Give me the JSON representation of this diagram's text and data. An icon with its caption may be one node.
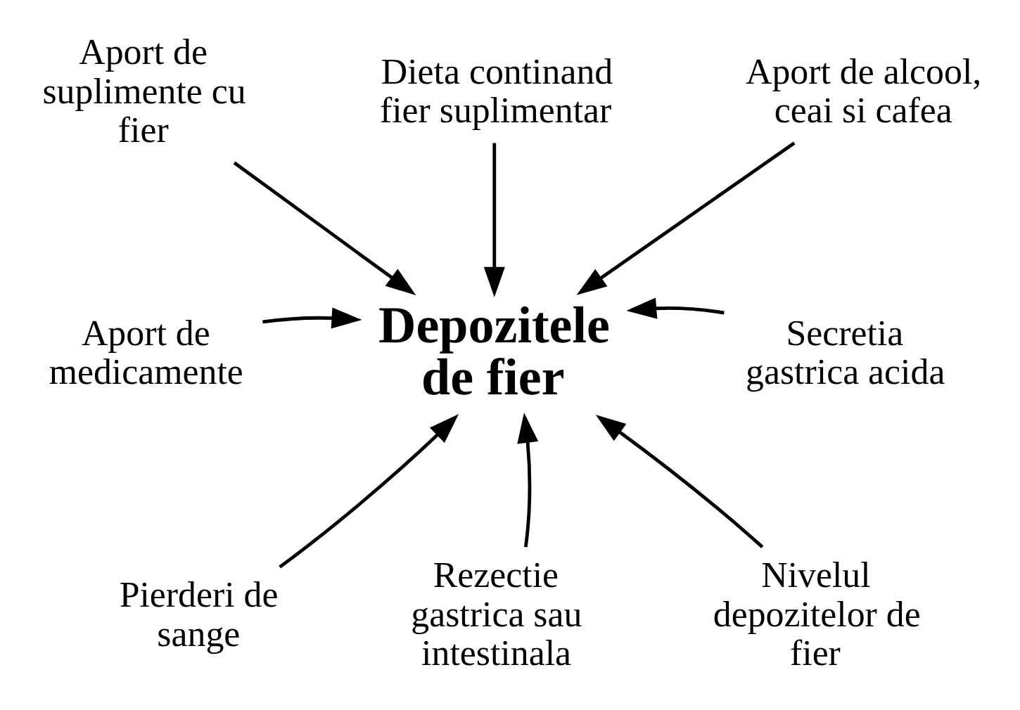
{
  "diagram": {
    "nodes": [
      {
        "text": [
          "Depozitele de fier"
        ]
      },
      {
        "text": [
          "Aport de suplimente cu fier"
        ]
      },
      {
        "text": [
          "Dieta continand fier suplimentar"
        ]
      },
      {
        "text": [
          "Aport de alcool, ceai si cafea"
        ]
      },
      {
        "text": [
          "Aport de medicamente"
        ]
      },
      {
        "text": [
          "Secretia gastrica acida"
        ]
      },
      {
        "text": [
          "Pierderi de sange"
        ]
      },
      {
        "text": [
          "Rezectie gastrica sau intestinala"
        ]
      },
      {
        "text": [
          "Nivelul depozitelor de fier"
        ]
      }
    ],
    "edges": [
      {
        "from": 1,
        "to": 0,
        "arrow": "to"
      },
      {
        "from": 2,
        "to": 0,
        "arrow": "to"
      },
      {
        "from": 3,
        "to": 0,
        "arrow": "to"
      },
      {
        "from": 4,
        "to": 0,
        "arrow": "to"
      },
      {
        "from": 5,
        "to": 0,
        "arrow": "to"
      },
      {
        "from": 6,
        "to": 0,
        "arrow": "to"
      },
      {
        "from": 7,
        "to": 0,
        "arrow": "to"
      },
      {
        "from": 8,
        "to": 0,
        "arrow": "to"
      }
    ]
  }
}
